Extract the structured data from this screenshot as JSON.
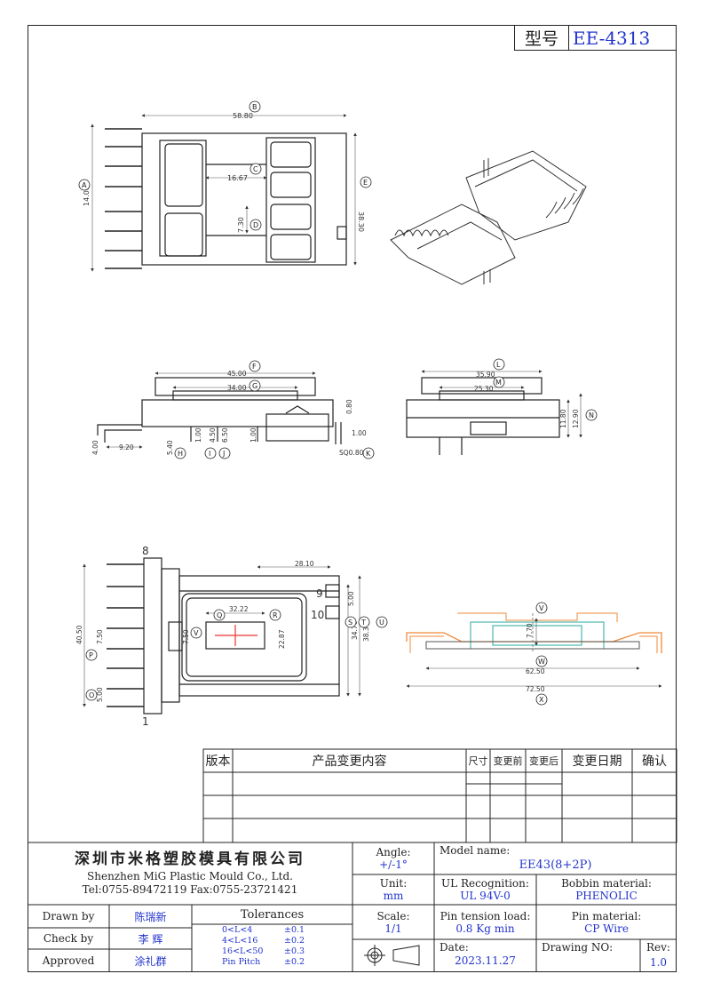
{
  "model_label": "型号",
  "model_value": "EE-4313",
  "dims_top": {
    "B": "58.80",
    "C": "16.67",
    "D": "7.30",
    "A": "14.00",
    "E": "38.30"
  },
  "dims_side": {
    "F": "45.00",
    "G": "34.00",
    "d1": "9.20",
    "d2": "4.00",
    "H": "5.40",
    "d3": "1.00",
    "I": "4.50",
    "J": "6.50",
    "d4": "1.00",
    "d5": "0.80",
    "d6": "1.00",
    "K": "SQ0.80"
  },
  "dims_end": {
    "L": "35.90",
    "M": "25.30",
    "d1": "11.80",
    "N": "12.90"
  },
  "dims_bottom": {
    "pin_top": "8",
    "pin_bottom": "1",
    "d1": "28.10",
    "Q": "32.22",
    "R": "22.87",
    "P": "40.50",
    "d2": "7.50",
    "O": "5.00",
    "V": "7.50",
    "pin9": "9",
    "pin10": "10",
    "S": "34.70",
    "T": "5.00",
    "U": "38.30"
  },
  "dims_front": {
    "V": "7.70",
    "W": "62.50",
    "X": "72.50"
  },
  "bubbles": [
    "A",
    "B",
    "C",
    "D",
    "E",
    "F",
    "G",
    "H",
    "I",
    "J",
    "K",
    "L",
    "M",
    "N",
    "O",
    "P",
    "Q",
    "R",
    "S",
    "T",
    "U",
    "V",
    "W",
    "X"
  ],
  "revision_table": {
    "headers": [
      "版本",
      "产品变更内容",
      "尺寸",
      "变更前",
      "变更后",
      "变更日期",
      "确认"
    ]
  },
  "title_block": {
    "company_cn": "深圳市米格塑胶模具有限公司",
    "company_en": "Shenzhen MiG Plastic Mould Co., Ltd.",
    "contact": "Tel:0755-89472119   Fax:0755-23721421",
    "angle_label": "Angle:",
    "angle_value": "+/-1°",
    "model_name_label": "Model name:",
    "model_name_value": "EE43(8+2P)",
    "unit_label": "Unit:",
    "unit_value": "mm",
    "ul_label": "UL Recognition:",
    "ul_value": "UL 94V-0",
    "bobbin_label": "Bobbin material:",
    "bobbin_value": "PHENOLIC",
    "drawn_label": "Drawn by",
    "drawn_value": "陈瑞新",
    "check_label": "Check by",
    "check_value": "李 辉",
    "approved_label": "Approved",
    "approved_value": "涂礼群",
    "tolerances_label": "Tolerances",
    "tol_rows": [
      {
        "range": "0<L<4",
        "tol": "±0.1"
      },
      {
        "range": "4<L<16",
        "tol": "±0.2"
      },
      {
        "range": "16<L<50",
        "tol": "±0.3"
      },
      {
        "range": "Pin Pitch",
        "tol": "±0.2"
      }
    ],
    "scale_label": "Scale:",
    "scale_value": "1/1",
    "pin_tension_label": "Pin tension load:",
    "pin_tension_value": "0.8 Kg min",
    "pin_material_label": "Pin material:",
    "pin_material_value": "CP Wire",
    "date_label": "Date:",
    "date_value": "2023.11.27",
    "drawing_no_label": "Drawing NO:",
    "rev_label": "Rev:",
    "rev_value": "1.0"
  }
}
